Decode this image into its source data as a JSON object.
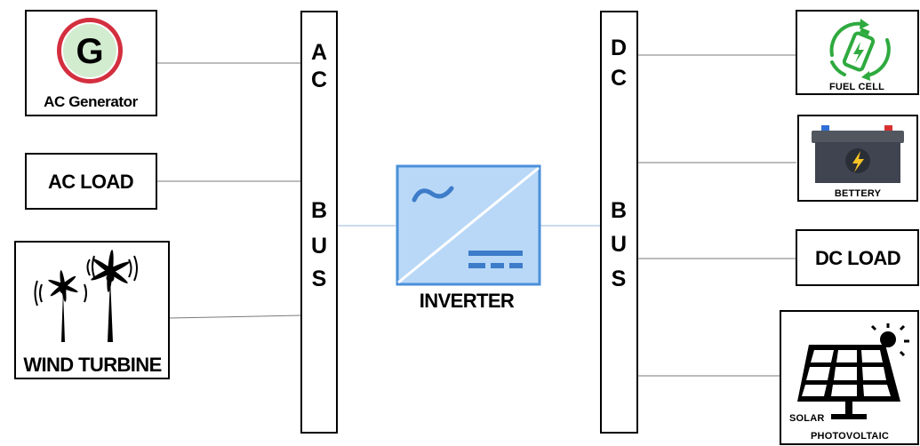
{
  "ac_bus": {
    "letters": [
      "A",
      "C",
      "B",
      "U",
      "S"
    ]
  },
  "dc_bus": {
    "letters": [
      "D",
      "C",
      "B",
      "U",
      "S"
    ]
  },
  "inverter": {
    "label": "INVERTER",
    "fill_color": "#b9d8f7",
    "border_color": "#4a90d9",
    "symbol_color": "#3d7cc9"
  },
  "ac_side": {
    "generator": {
      "label": "AC Generator",
      "icon_letter": "G",
      "ring_color": "#d32f3f",
      "inner_color": "#d2ecd0"
    },
    "load": {
      "label": "AC LOAD"
    },
    "wind": {
      "label": "WIND TURBINE"
    }
  },
  "dc_side": {
    "fuel_cell": {
      "label": "FUEL CELL",
      "icon_color": "#2eaa3e"
    },
    "battery": {
      "label": "BETTERY",
      "body_color": "#3f4450",
      "bolt_color": "#f7c325"
    },
    "load": {
      "label": "DC LOAD"
    },
    "solar": {
      "label_line1": "SOLAR",
      "label_line2": "PHOTOVOLTAIC"
    }
  }
}
